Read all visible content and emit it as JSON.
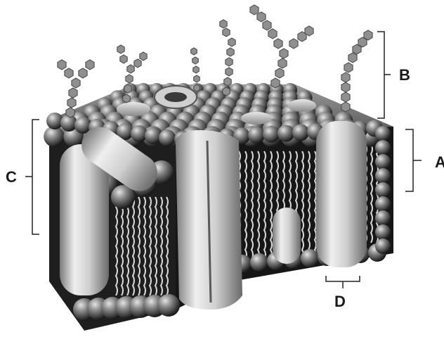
{
  "labels": {
    "a": "A",
    "b": "B",
    "c": "C",
    "d": "D"
  },
  "colors": {
    "background": "#ffffff",
    "head_light": "#d6d6d6",
    "head_dark": "#1e1e1e",
    "protein_light": "#ececec",
    "protein_dark": "#6f6f6f",
    "interior": "#141414",
    "label": "#1a1a1a"
  }
}
